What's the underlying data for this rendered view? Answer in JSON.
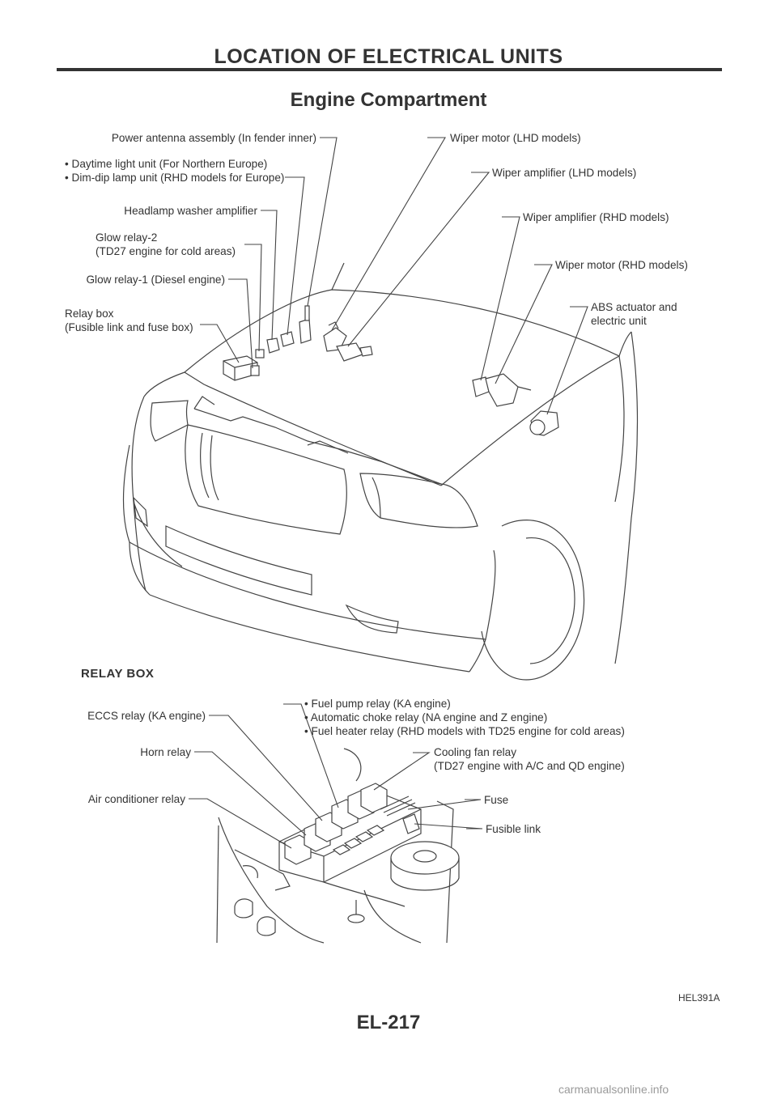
{
  "header": {
    "title": "LOCATION OF ELECTRICAL UNITS"
  },
  "section": {
    "title": "Engine Compartment"
  },
  "engine_labels": {
    "power_antenna": "Power antenna assembly (In fender inner)",
    "daytime_light": "• Daytime light unit (For Northern Europe)",
    "dim_dip": "• Dim-dip lamp unit (RHD models for Europe)",
    "headlamp_washer": "Headlamp washer amplifier",
    "glow_relay_2_line1": "Glow relay-2",
    "glow_relay_2_line2": "(TD27 engine for cold areas)",
    "glow_relay_1": "Glow relay-1 (Diesel engine)",
    "relay_box_line1": "Relay box",
    "relay_box_line2": "(Fusible link and fuse box)",
    "wiper_motor_lhd": "Wiper motor (LHD models)",
    "wiper_amp_lhd": "Wiper amplifier (LHD models)",
    "wiper_amp_rhd": "Wiper amplifier (RHD models)",
    "wiper_motor_rhd": "Wiper motor (RHD models)",
    "abs_line1": "ABS actuator and",
    "abs_line2": "electric unit"
  },
  "relay_box": {
    "heading": "RELAY BOX",
    "eccs": "ECCS relay (KA engine)",
    "horn": "Horn relay",
    "aircon": "Air conditioner relay",
    "fuel_pump": "• Fuel pump relay (KA engine)",
    "auto_choke": "• Automatic choke relay (NA engine and Z engine)",
    "fuel_heater": "• Fuel heater relay (RHD models with TD25 engine for cold areas)",
    "cooling_fan_line1": "Cooling fan relay",
    "cooling_fan_line2": "(TD27 engine with A/C and QD engine)",
    "fuse": "Fuse",
    "fusible_link": "Fusible link"
  },
  "footer": {
    "figure_code": "HEL391A",
    "page_number": "EL-217",
    "watermark": "carmanualsonline.info"
  }
}
